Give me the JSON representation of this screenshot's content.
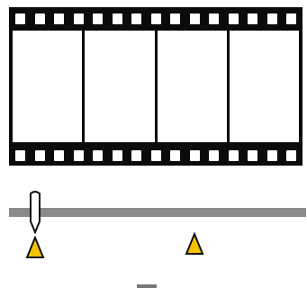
{
  "filmstrip": {
    "frame_count": 4,
    "perforations_per_row": 15,
    "film_color": "#0b0b0b",
    "frame_color": "#ffffff"
  },
  "timeline": {
    "track_color": "#8a8a8a",
    "marker_color": "#f2c200",
    "marker_outline": "#111111",
    "markers": [
      "marker-1",
      "marker-2"
    ],
    "playhead_icon": "playhead-needle-icon",
    "marker_icon": "triangle-up-icon"
  }
}
